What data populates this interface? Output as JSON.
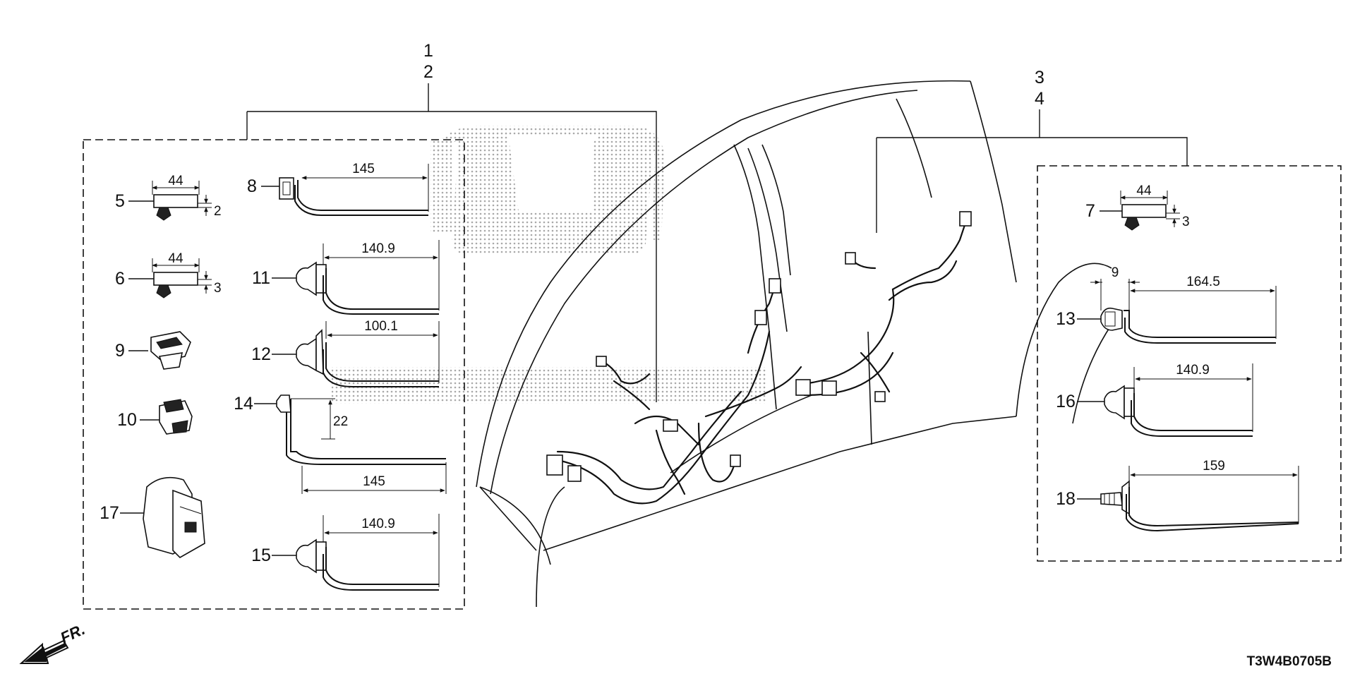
{
  "diagram": {
    "code": "T3W4B0705B",
    "direction_label": "FR.",
    "groups": [
      {
        "id": "left",
        "callouts": [
          "1",
          "2"
        ]
      },
      {
        "id": "right",
        "callouts": [
          "3",
          "4"
        ]
      }
    ],
    "parts": [
      {
        "num": "5",
        "width": "44",
        "height": "2"
      },
      {
        "num": "6",
        "width": "44",
        "height": "3"
      },
      {
        "num": "7",
        "width": "44",
        "height": "3"
      },
      {
        "num": "8",
        "length": "145"
      },
      {
        "num": "9"
      },
      {
        "num": "10"
      },
      {
        "num": "11",
        "length": "140.9"
      },
      {
        "num": "12",
        "length": "100.1"
      },
      {
        "num": "13",
        "offset": "9",
        "length": "164.5"
      },
      {
        "num": "14",
        "height": "22",
        "length": "145"
      },
      {
        "num": "15",
        "length": "140.9"
      },
      {
        "num": "16",
        "length": "140.9"
      },
      {
        "num": "17"
      },
      {
        "num": "18",
        "length": "159"
      }
    ]
  }
}
